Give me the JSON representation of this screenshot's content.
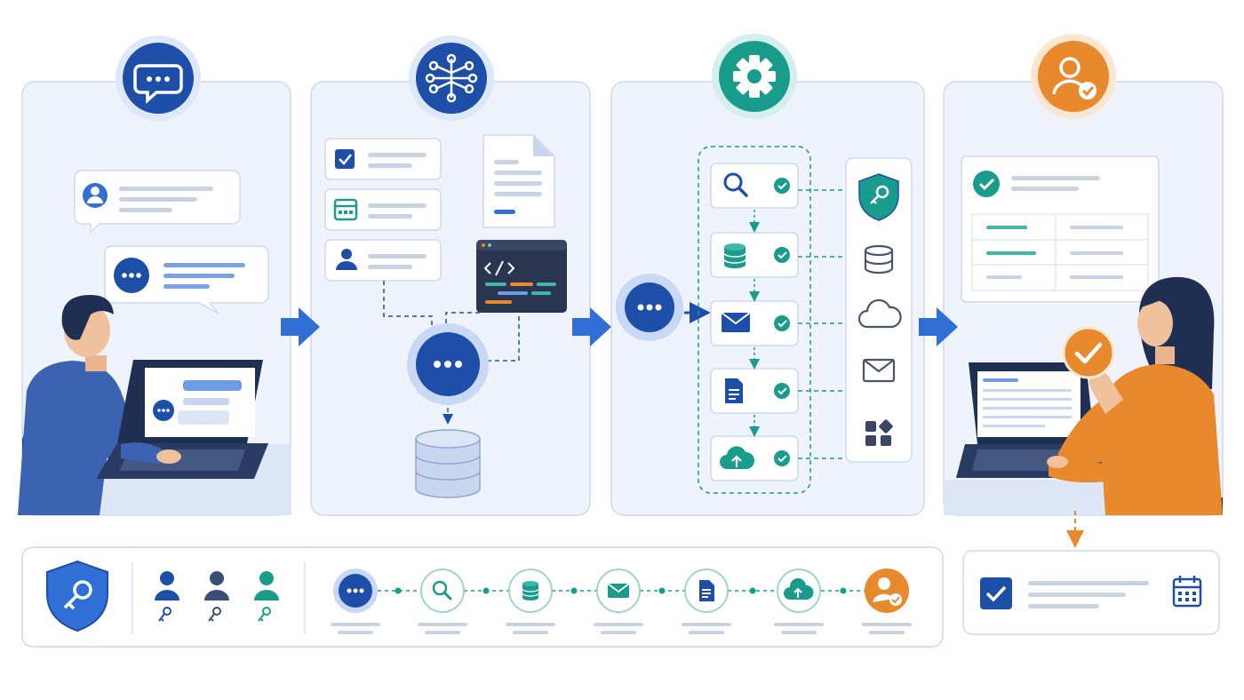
{
  "diagram": {
    "stages": [
      {
        "id": "request",
        "icon": "chat-bubble-icon",
        "description_lines": 0
      },
      {
        "id": "plan",
        "icon": "neural-network-icon"
      },
      {
        "id": "execute",
        "icon": "gear-icon"
      },
      {
        "id": "deliver",
        "icon": "user-check-icon"
      }
    ],
    "plan_tasks": [
      "checkbox-icon",
      "calendar-icon",
      "user-icon"
    ],
    "workflow_steps": [
      "search-icon",
      "database-icon",
      "mail-icon",
      "document-icon",
      "cloud-upload-icon"
    ],
    "integrations": [
      "shield-key-icon",
      "database-icon",
      "cloud-icon",
      "mail-icon",
      "apps-grid-icon"
    ],
    "permission_users": [
      "user-key-icon",
      "user-key-icon",
      "user-key-icon"
    ],
    "timeline_nodes": [
      "agent-dots-icon",
      "search-icon",
      "database-icon",
      "mail-icon",
      "document-icon",
      "cloud-upload-icon",
      "user-check-icon"
    ],
    "colors": {
      "primary_blue": "#1e4fa8",
      "accent_blue": "#2f6fd6",
      "teal": "#1a9c8c",
      "orange": "#e8892e",
      "panel_bg": "#eef3fc",
      "panel_border": "#cdd9ef"
    }
  }
}
